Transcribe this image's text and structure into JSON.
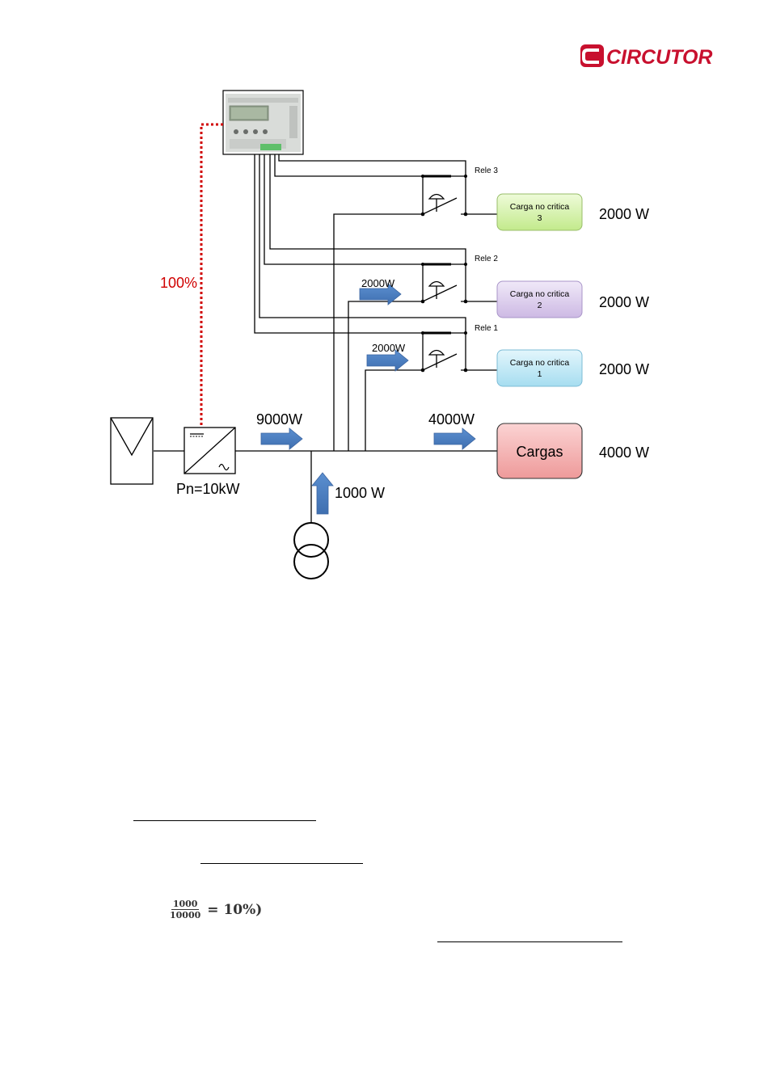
{
  "logo": {
    "text": "CIRCUTOR",
    "color": "#c8102e"
  },
  "inverter": {
    "label": "Pn=10kW"
  },
  "control_signal": {
    "label": "100%",
    "color": "#d00000"
  },
  "flows": {
    "pv": "9000W",
    "loads": "4000W",
    "grid": "1000 W",
    "relay2_arrow": "2000W",
    "relay1_arrow": "2000W"
  },
  "relays": [
    {
      "label": "Rele 3"
    },
    {
      "label": "Rele 2"
    },
    {
      "label": "Rele 1"
    }
  ],
  "loads": [
    {
      "name": "Carga no critica",
      "number": "3",
      "power": "2000 W",
      "color": "#d9f5b0"
    },
    {
      "name": "Carga no critica",
      "number": "2",
      "power": "2000 W",
      "color": "#e2d6f0"
    },
    {
      "name": "Carga no critica",
      "number": "1",
      "power": "2000 W",
      "color": "#c7eaf6"
    }
  ],
  "main_load": {
    "name": "Cargas",
    "power": "4000 W",
    "color": "#f6b6b6"
  },
  "formula": {
    "numerator": "1000",
    "denominator": "10000",
    "rest": "= 10%)"
  }
}
